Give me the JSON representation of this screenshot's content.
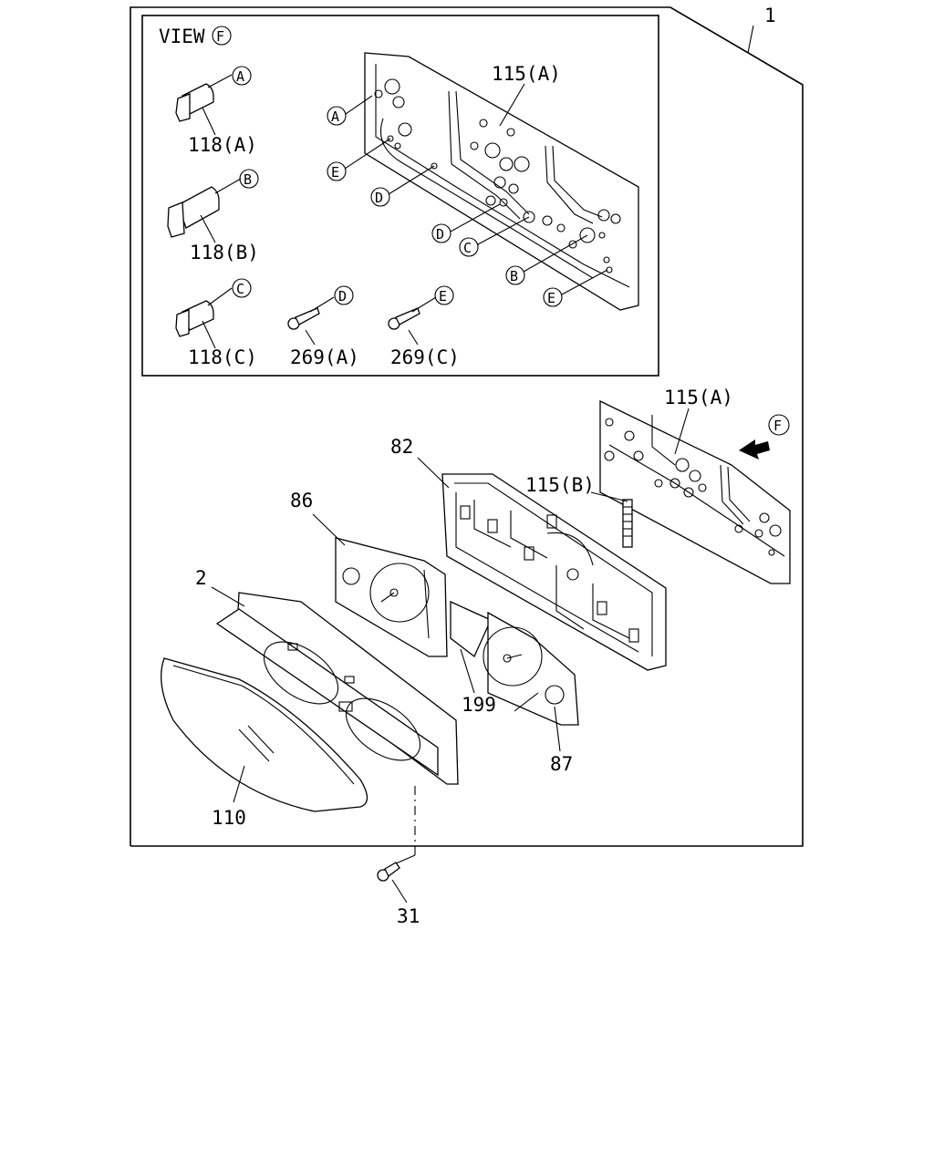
{
  "view_title": "VIEW",
  "view_letter": "F",
  "assembly_number": "1",
  "callouts": {
    "a": "A",
    "b": "B",
    "c": "C",
    "d": "D",
    "e": "E",
    "f": "F"
  },
  "parts": {
    "p118a": "118(A)",
    "p118b": "118(B)",
    "p118c": "118(C)",
    "p269a": "269(A)",
    "p269c": "269(C)",
    "p115a": "115(A)",
    "p115b": "115(B)",
    "p82": "82",
    "p86": "86",
    "p2": "2",
    "p199": "199",
    "p87": "87",
    "p110": "110",
    "p31": "31"
  }
}
